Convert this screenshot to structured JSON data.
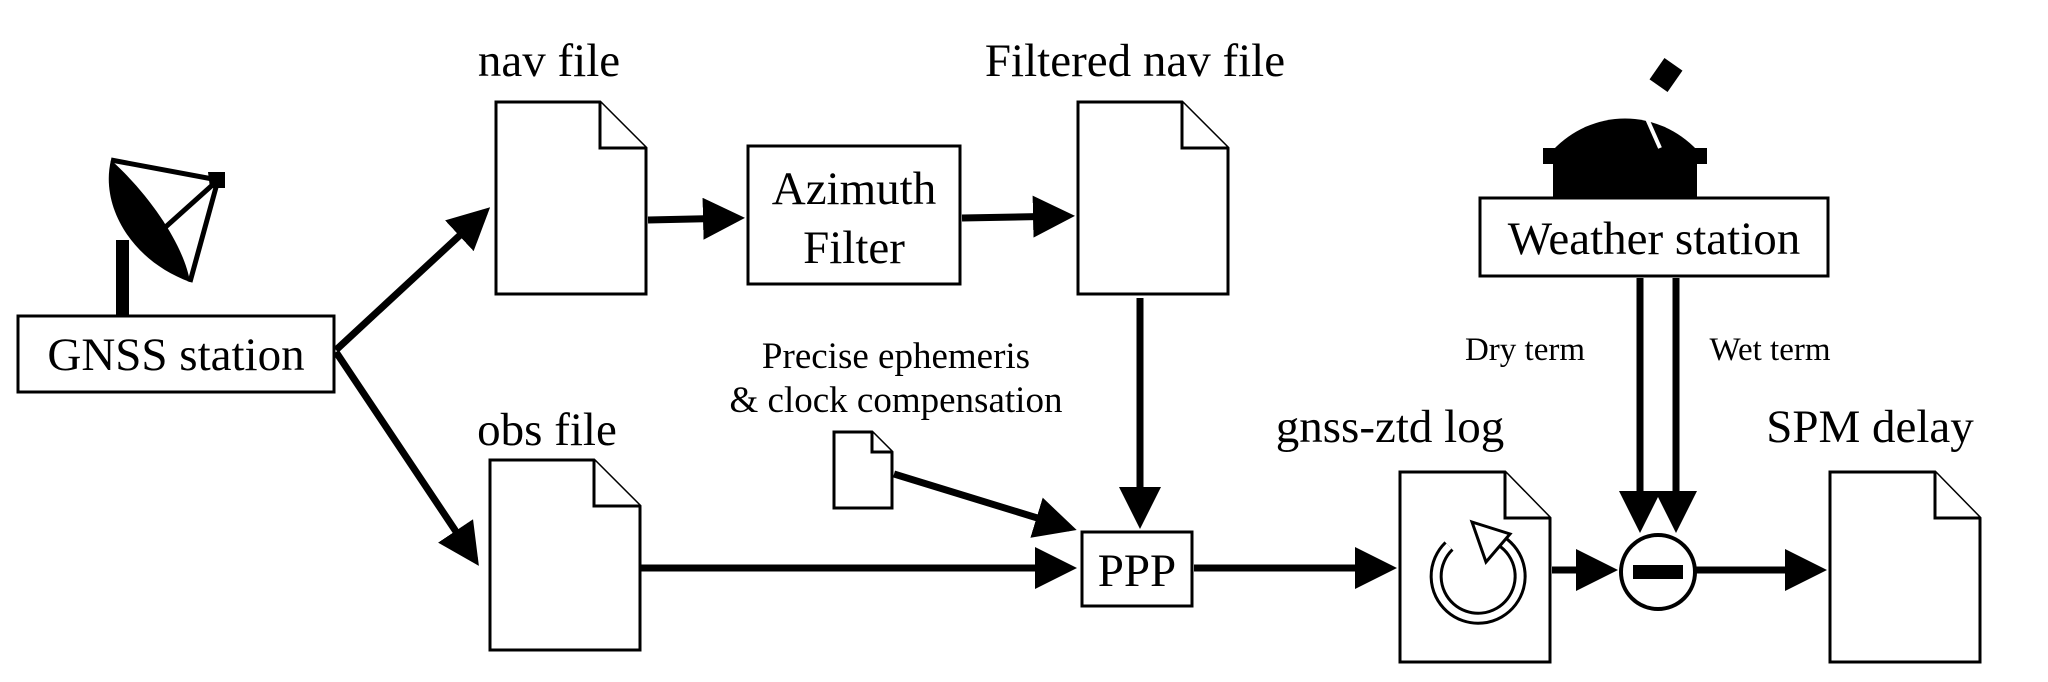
{
  "nodes": {
    "gnss_station": "GNSS station",
    "nav_file": "nav file",
    "obs_file": "obs file",
    "azimuth_filter": [
      "Azimuth",
      "Filter"
    ],
    "filtered_nav_file": "Filtered nav file",
    "precise_ephemeris": [
      "Precise ephemeris",
      "& clock compensation"
    ],
    "ppp": "PPP",
    "gnss_ztd_log": "gnss-ztd log",
    "weather_station": "Weather station",
    "dry_term": "Dry term",
    "wet_term": "Wet term",
    "spm_delay": "SPM delay"
  },
  "icons": [
    "satellite-dish-icon",
    "file-icon",
    "refresh-icon",
    "observatory-dome-icon",
    "minus-icon"
  ],
  "colors": {
    "ink": "#000000",
    "background": "#ffffff"
  }
}
